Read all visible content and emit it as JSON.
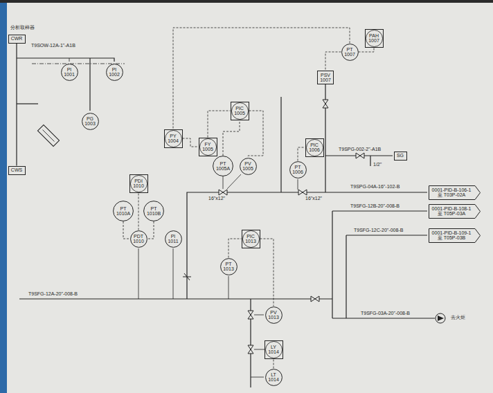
{
  "diagram": {
    "nodes": [
      {
        "text": [
          "CWR"
        ]
      },
      {
        "text": [
          "CWS"
        ]
      },
      {
        "text": [
          "PI",
          "1001"
        ]
      },
      {
        "text": [
          "PI",
          "1002"
        ]
      },
      {
        "text": [
          "PG",
          "1003"
        ]
      },
      {
        "text": [
          "PY",
          "1004"
        ]
      },
      {
        "text": [
          "FY",
          "1005"
        ]
      },
      {
        "text": [
          "PIC",
          "1005"
        ]
      },
      {
        "text": [
          "PT",
          "1005A"
        ]
      },
      {
        "text": [
          "PV",
          "1005"
        ]
      },
      {
        "text": [
          "PIC",
          "1006"
        ]
      },
      {
        "text": [
          "PT",
          "1006"
        ]
      },
      {
        "text": [
          "PT",
          "1007"
        ]
      },
      {
        "text": [
          "PAH",
          "1007"
        ]
      },
      {
        "text": [
          "PSV",
          "1007"
        ]
      },
      {
        "text": [
          "PDI",
          "1010"
        ]
      },
      {
        "text": [
          "PT",
          "1010A"
        ]
      },
      {
        "text": [
          "PT",
          "1010B"
        ]
      },
      {
        "text": [
          "PDT",
          "1010"
        ]
      },
      {
        "text": [
          "PI",
          "1011"
        ]
      },
      {
        "text": [
          "PIC",
          "1013"
        ]
      },
      {
        "text": [
          "PT",
          "1013"
        ]
      },
      {
        "text": [
          "PV",
          "1013"
        ]
      },
      {
        "text": [
          "LT",
          "1014"
        ]
      },
      {
        "text": [
          "LY",
          "1014"
        ]
      },
      {
        "text": [
          "SG"
        ]
      },
      {
        "text": [
          "0001-PID-B-106-1",
          "至 T03P-02A"
        ]
      },
      {
        "text": [
          "0001-PID-B-108-1",
          "至 T05P-03A"
        ]
      },
      {
        "text": [
          "0001-PID-B-109-1",
          "至 T05P-03B"
        ]
      }
    ],
    "edges": [
      {
        "from": 0,
        "to": 1,
        "arrow": "none"
      },
      {
        "from": 5,
        "to": 6,
        "arrow": "none"
      },
      {
        "from": 6,
        "to": 7,
        "arrow": "none"
      },
      {
        "from": 8,
        "to": 7,
        "arrow": "none"
      },
      {
        "from": 7,
        "to": 9,
        "arrow": "none"
      },
      {
        "from": 11,
        "to": 10,
        "arrow": "none"
      },
      {
        "from": 12,
        "to": 14,
        "arrow": "none"
      },
      {
        "from": 12,
        "to": 13,
        "arrow": "none"
      },
      {
        "from": 12,
        "to": 5,
        "arrow": "none"
      },
      {
        "from": 16,
        "to": 18,
        "arrow": "none"
      },
      {
        "from": 17,
        "to": 18,
        "arrow": "none"
      },
      {
        "from": 18,
        "to": 15,
        "arrow": "none"
      },
      {
        "from": 21,
        "to": 20,
        "arrow": "none"
      },
      {
        "from": 20,
        "to": 22,
        "arrow": "none"
      },
      {
        "from": 23,
        "to": 24,
        "arrow": "none"
      }
    ],
    "labels": [
      "分析取样器",
      "T9SOW-12A-1\"-A1B",
      "T9SFG-12A-20\"-008-B",
      "T9SPG-04A-16\"-102-B",
      "T9SFG-12B-20\"-008-B",
      "T9SFG-12C-20\"-008-B",
      "T9SFG-03A-20\"-008-B",
      "去火炬",
      "T9SPG-002-2\"-A1B",
      "16\"x12\"",
      "16\"x12\"",
      "1/2\""
    ]
  }
}
